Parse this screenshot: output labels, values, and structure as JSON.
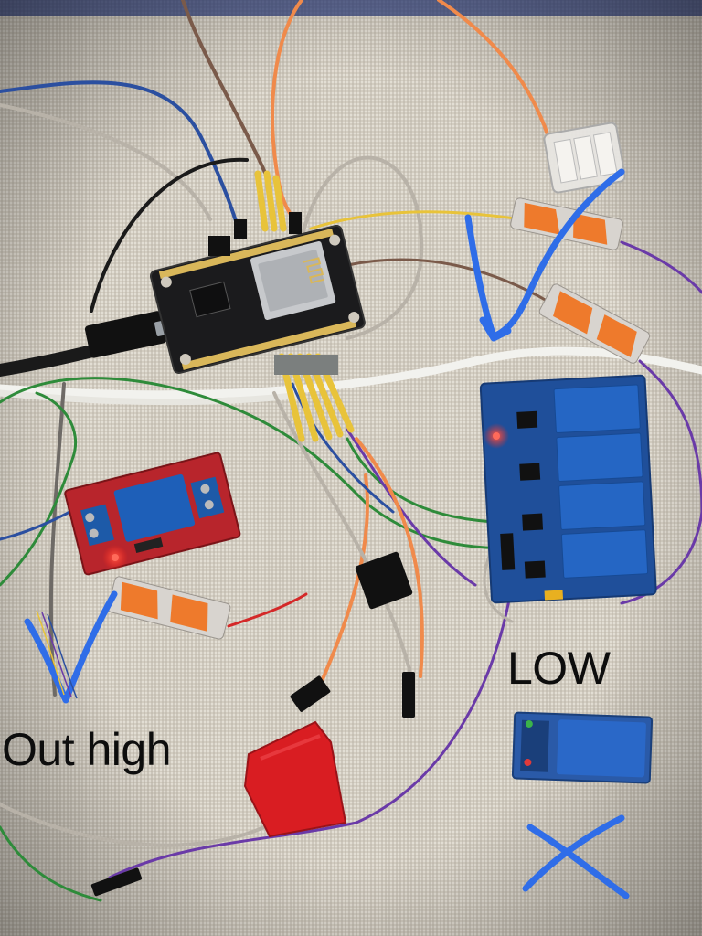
{
  "annotations": {
    "left_module_label": "Out high",
    "right_module_label": "LOW"
  },
  "components": {
    "esp_board": {
      "kind": "esp8266-nodemcu-board",
      "color": "#1b1b1d"
    },
    "single_relay_red": {
      "kind": "single-channel-relay-module",
      "color": "#b8252c",
      "led": "on"
    },
    "quad_relay_blue": {
      "kind": "four-channel-relay-module",
      "color": "#1f4f9a",
      "led": "on"
    },
    "small_relay_blue": {
      "kind": "single-channel-relay-module",
      "color": "#2a5aa8",
      "led": "off"
    },
    "wago_connectors": {
      "count": 4,
      "lever_color": "#ee7a2c"
    },
    "tape": {
      "kind": "red-electrical-tape",
      "color": "#d91d22"
    }
  },
  "marks": {
    "checkmarks": 2,
    "cross": 1,
    "color": "#2f6de8"
  },
  "palette": {
    "background_mat": "#cfc9bd",
    "wire_yellow": "#e8c33a",
    "wire_orange": "#f08a4b",
    "wire_blue": "#2b4fa0",
    "wire_green": "#2e8b3a",
    "wire_purple": "#6a3aa8",
    "wire_white": "#f2f2ee",
    "wire_grey": "#b8b2a8",
    "wire_brown": "#7a5a4a",
    "wire_red": "#d42828"
  }
}
